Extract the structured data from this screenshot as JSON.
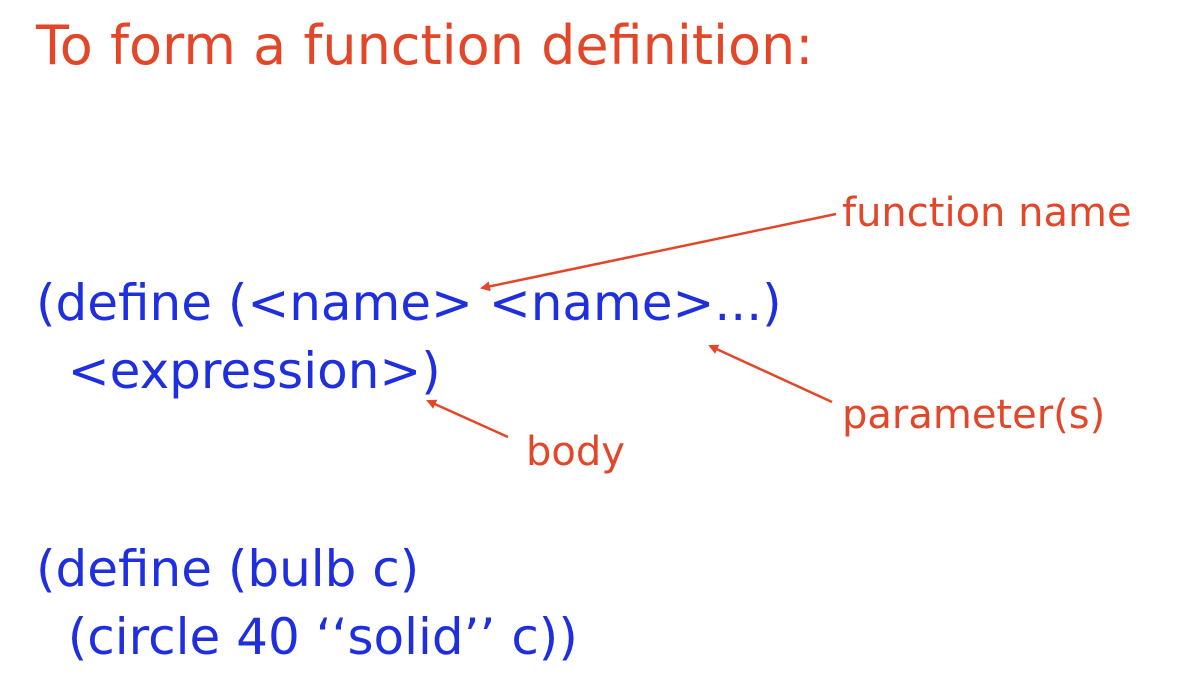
{
  "title": "To form a function definition:",
  "template": {
    "line1": "(define (<name> <name>...)",
    "line2": "  <expression>)"
  },
  "annotations": {
    "function_name": "function name",
    "parameters": "parameter(s)",
    "body": "body"
  },
  "example": {
    "line1": "(define (bulb c)",
    "line2": "  (circle 40 ‘‘solid’’ c))"
  },
  "colors": {
    "title": "#e2472a",
    "code": "#1f2fe0",
    "annotation": "#e2472a"
  }
}
